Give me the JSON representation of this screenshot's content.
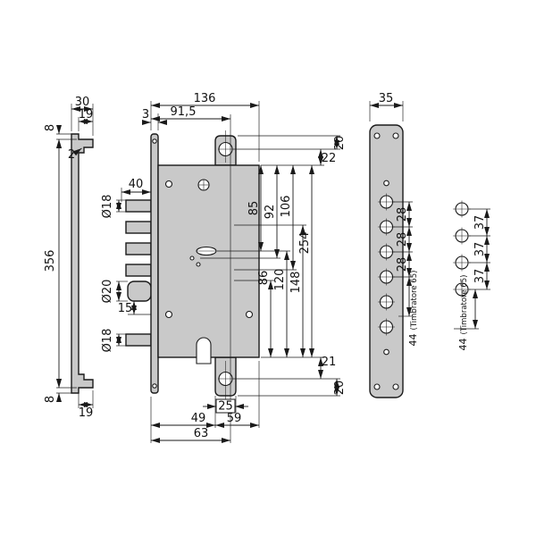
{
  "title": "Mortise lock dimensional drawing",
  "colors": {
    "part-fill": "#c9c9c9",
    "line": "#1a1a1a",
    "bg": "#ffffff"
  },
  "side_view": {
    "width": "30",
    "lip_top": "19",
    "edge_top": "8",
    "thickness": "2",
    "length": "356",
    "edge_bottom": "8",
    "lip_bottom": "19"
  },
  "front_view": {
    "case_depth": "136",
    "backset": "91,5",
    "faceplate_thickness": "3",
    "bolt_throw": "40",
    "bolt_diameter_top": "Ø18",
    "dim_85": "85",
    "dim_92": "92",
    "dim_106": "106",
    "dim_254": "254",
    "dim_86": "86",
    "dim_120": "120",
    "dim_148": "148",
    "follower_diameter": "Ø20",
    "dim_15": "15",
    "bolt_diameter_bottom": "Ø18",
    "tab_top_20": "20",
    "tab_top_22": "22",
    "tab_bottom_21": "21",
    "tab_bottom_20": "20",
    "tab_width_25": "25",
    "bottom_49": "49",
    "bottom_59": "59",
    "bottom_63": "63"
  },
  "faceplate_view": {
    "width": "35",
    "hole_pitch": [
      "28",
      "28",
      "28"
    ],
    "pitch_44": "44",
    "note": "(Timbratore 65)"
  },
  "hole_pattern_view": {
    "hole_pitch": [
      "37",
      "37",
      "37"
    ],
    "pitch_44": "44",
    "note": "(Timbratore 65)"
  }
}
